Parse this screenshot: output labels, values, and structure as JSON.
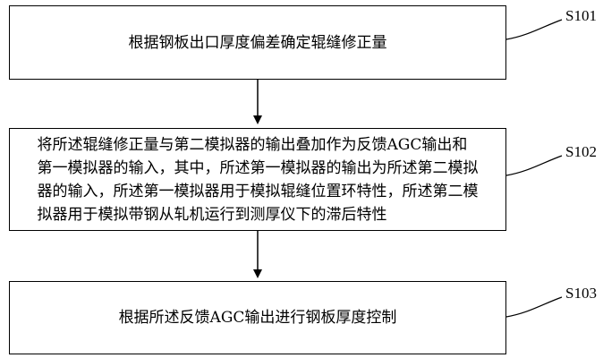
{
  "steps": [
    {
      "id": "S101",
      "text": "根据钢板出口厚度偏差确定辊缝修正量"
    },
    {
      "id": "S102",
      "lines": [
        "将所述辊缝修正量与第二模拟器的输出叠加作为反馈AGC输出和",
        "第一模拟器的输入，其中，所述第一模拟器的输出为所述第二模拟",
        "器的输入，所述第一模拟器用于模拟辊缝位置环特性，所述第二模",
        "拟器用于模拟带钢从轧机运行到测厚仪下的滞后特性"
      ]
    },
    {
      "id": "S103",
      "text": "根据所述反馈AGC输出进行钢板厚度控制"
    }
  ]
}
